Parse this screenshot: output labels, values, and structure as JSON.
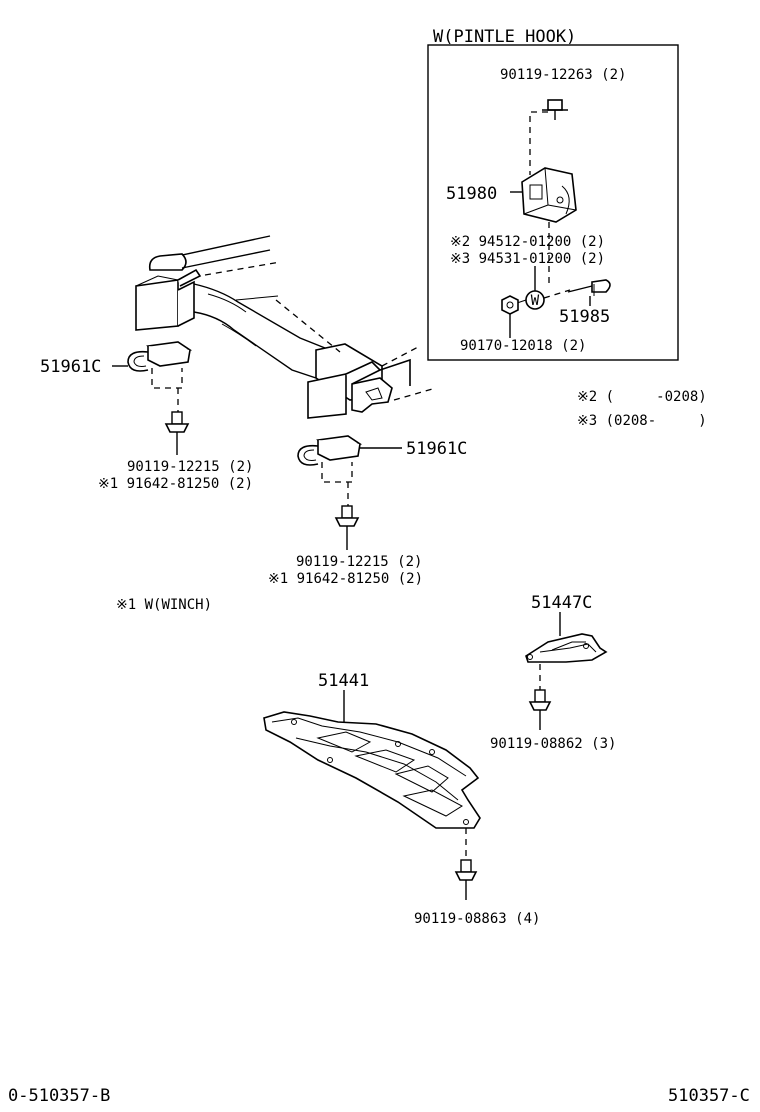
{
  "inset": {
    "title": "W(PINTLE HOOK)",
    "bolt_label": "90119-12263 (2)",
    "hook_part": "51980",
    "note2_label": "※2 94512-01200 (2)",
    "note3_label": "※3 94531-01200 (2)",
    "pin_part": "51985",
    "nut_label": "90170-12018 (2)",
    "w_marker": "W"
  },
  "legend": {
    "note2": "※2 (     -0208)",
    "note3": "※3 (0208-     )"
  },
  "left_hook": {
    "part": "51961C",
    "bolt_label": "90119-12215 (2)",
    "winch_label": "※1 91642-81250 (2)"
  },
  "right_hook": {
    "part": "51961C",
    "bolt_label": "90119-12215 (2)",
    "winch_label": "※1 91642-81250 (2)"
  },
  "winch_note": "※1 W(WINCH)",
  "small_plate": {
    "part": "51447C",
    "bolt_label": "90119-08862 (3)"
  },
  "skid_plate": {
    "part": "51441",
    "bolt_label": "90119-08863 (4)"
  },
  "footer": {
    "left_code": "0-510357-B",
    "right_code": "510357-C"
  }
}
